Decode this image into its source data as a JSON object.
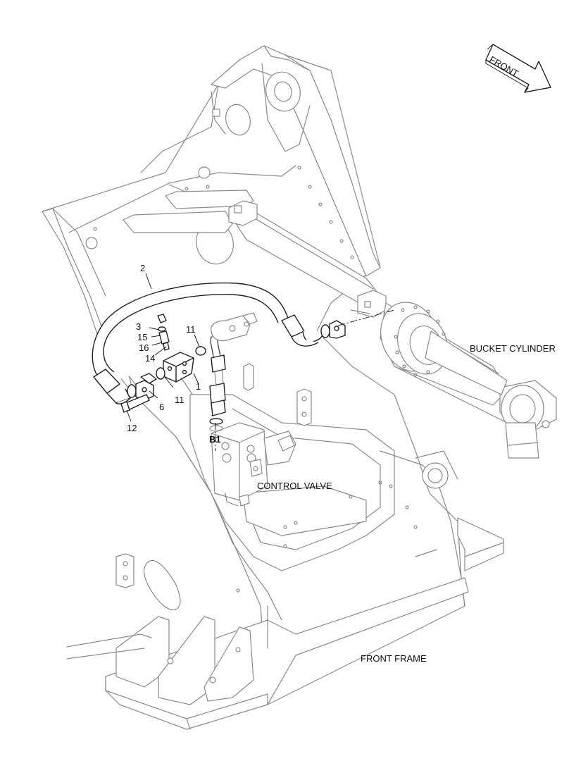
{
  "direction_arrow": {
    "label": "FRONT"
  },
  "callouts": {
    "hose": "2",
    "fitting_3": "3",
    "oring_15": "15",
    "adapter_16": "16",
    "bolt_14": "14",
    "oring_11_upper": "11",
    "block_1": "1",
    "oring_11_lower": "11",
    "flange_6": "6",
    "bolt_12": "12",
    "port_b1": "B1"
  },
  "annotations": {
    "bucket_cylinder": "BUCKET CYLINDER",
    "control_valve": "CONTROL VALVE",
    "front_frame": "FRONT FRAME"
  }
}
